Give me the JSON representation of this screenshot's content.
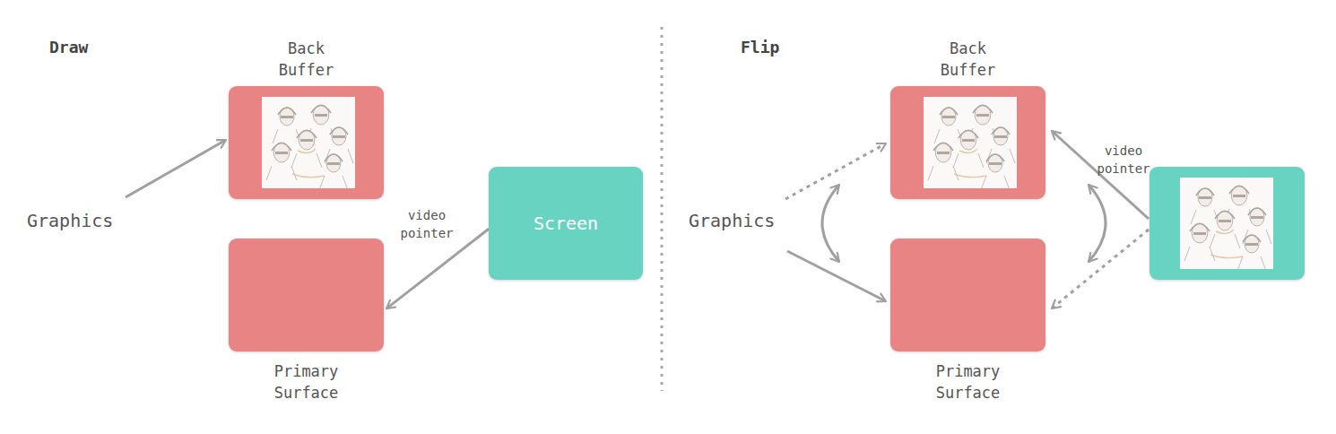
{
  "diagram": {
    "nodes": [
      {
        "text": [
          "Back Buffer"
        ]
      },
      {
        "text": [
          "Primary Surface"
        ]
      },
      {
        "text": [
          "Screen"
        ]
      },
      {
        "text": [
          "Back Buffer"
        ]
      },
      {
        "text": [
          "Primary Surface"
        ]
      }
    ],
    "edges": [
      {
        "from": 2,
        "to": 1,
        "arrow": "to",
        "label": "video pointer"
      }
    ],
    "labels": [
      "Draw",
      "Graphics",
      "Flip",
      "Graphics",
      "video pointer"
    ]
  }
}
